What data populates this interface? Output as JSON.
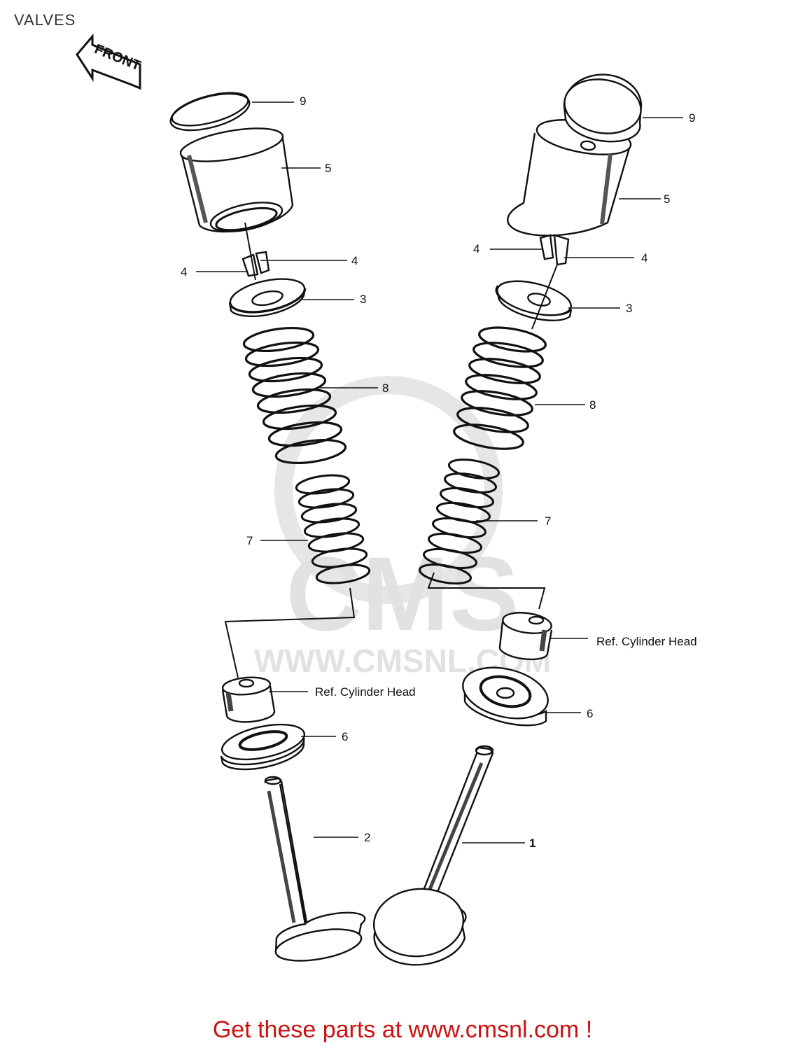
{
  "title": "VALVES",
  "front_badge": "FRONT",
  "watermark": {
    "brand": "CMS",
    "url": "WWW.CMSNL.COM"
  },
  "callouts": {
    "l9": "9",
    "l5": "5",
    "l4a": "4",
    "l4b": "4",
    "l3": "3",
    "l8": "8",
    "l7": "7",
    "lref": "Ref.  Cylinder Head",
    "l6": "6",
    "l2": "2",
    "r9": "9",
    "r5": "5",
    "r4a": "4",
    "r4b": "4",
    "r3": "3",
    "r8": "8",
    "r7": "7",
    "rref": "Ref.  Cylinder Head",
    "r6": "6",
    "r1": "1"
  },
  "footer": "Get these parts at www.cmsnl.com !",
  "colors": {
    "line": "#111111",
    "footer": "#cc1111",
    "watermark": "#dddddd"
  }
}
